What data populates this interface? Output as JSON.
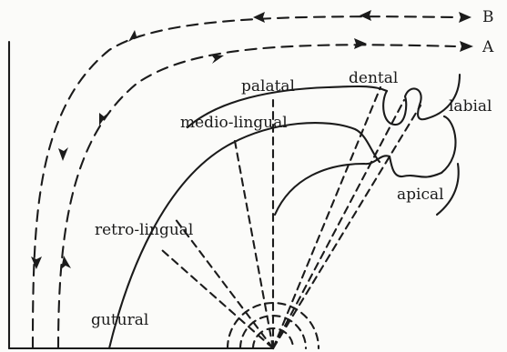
{
  "labels": {
    "B": "B",
    "A": "A",
    "palatal": "palatal",
    "dental": "dental",
    "labial": "labial",
    "medio_lingual": "medio-lingual",
    "apical": "apical",
    "retro_lingual": "retro-lingual",
    "gutural": "gutural"
  },
  "colors": {
    "ink": "#1b1b1b",
    "paper": "#fbfbf9"
  }
}
